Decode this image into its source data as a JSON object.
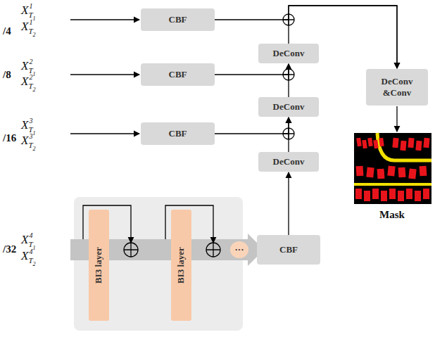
{
  "diagram": {
    "nodes": [
      {
        "text": [
          "CBF"
        ]
      },
      {
        "text": [
          "DeConv"
        ]
      },
      {
        "text": [
          "CBF"
        ]
      },
      {
        "text": [
          "DeConv"
        ]
      },
      {
        "text": [
          "CBF"
        ]
      },
      {
        "text": [
          "DeConv"
        ]
      },
      {
        "text": [
          "DeConv &Conv"
        ]
      },
      {
        "text": [
          "BI3 layer"
        ]
      },
      {
        "text": [
          "BI3 layer"
        ]
      },
      {
        "text": [
          "···"
        ]
      },
      {
        "text": [
          "CBF"
        ]
      }
    ],
    "edges": [
      {
        "from": 0,
        "to": 6,
        "arrow": "to"
      },
      {
        "from": 1,
        "to": 6,
        "arrow": "to"
      },
      {
        "from": 2,
        "to": 1,
        "arrow": "to"
      },
      {
        "from": 3,
        "to": 1,
        "arrow": "to"
      },
      {
        "from": 4,
        "to": 3,
        "arrow": "to"
      },
      {
        "from": 5,
        "to": 3,
        "arrow": "to"
      },
      {
        "from": 10,
        "to": 5,
        "arrow": "to"
      }
    ],
    "labels": [
      "/4",
      "X1T1",
      "X1T2",
      "/8",
      "X2T1",
      "X2T2",
      "/16",
      "X3T1",
      "X3T2",
      "/32",
      "X4T1",
      "X4T2",
      "Mask"
    ]
  }
}
